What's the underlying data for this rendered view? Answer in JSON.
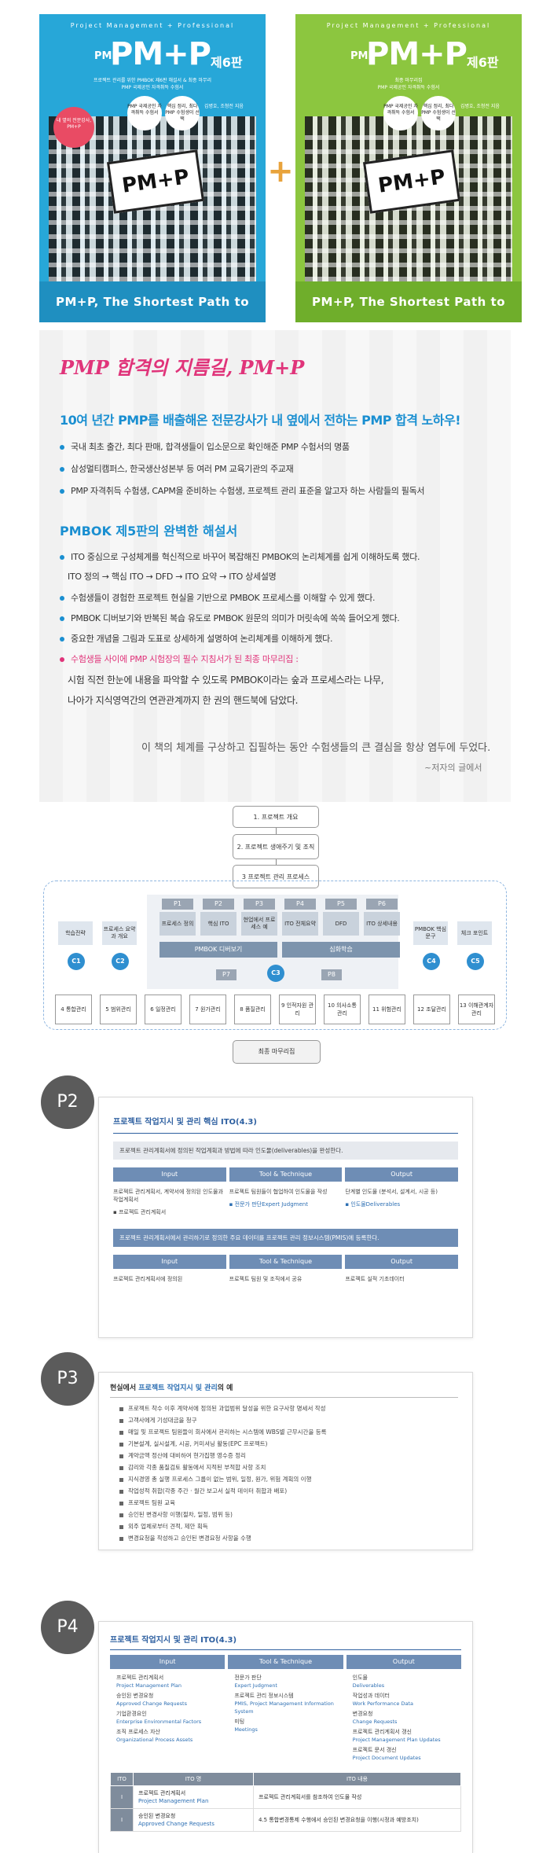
{
  "book1": {
    "series": "Project Management + Professional",
    "pmp": "PMP",
    "title": "PM+P",
    "edition": "제6판",
    "desc1": "프로젝트 관리를 위한 PMBOK 제6판 해설서 & 최종 마무리",
    "desc2": "PMP 국제공인 자격취득 수험서",
    "badge1": "내 옆의 전문강사, PM+P",
    "badge2": "PMP 국제공인 자격취득 수험서",
    "badge3": "핵심 정리, 최다 PMP 수험생이 선택",
    "cover_sign": "PM+P",
    "author": "김병호, 조청전 지음",
    "footer": "PM+P, The Shortest Path to PMP"
  },
  "book2": {
    "series": "Project Management + Professional",
    "pmp": "PMP",
    "title": "PM+P",
    "edition": "제6판",
    "desc1": "최종 마무리집",
    "desc2": "PMP 국제공인 자격취득 수험서",
    "badge1": "PMP 국제공인 자격취득 수험서",
    "badge2": "핵심 정리, 최다 PMP 수험생이 선택",
    "cover_sign": "PM+P",
    "author": "김병호, 조청전 지음",
    "footer": "PM+P, The Shortest Path to PMP"
  },
  "plus_sign": "+",
  "intro": {
    "slogan": "PMP 합격의 지름길, PM+P",
    "headline": "10여 년간 PMP를 배출해온 전문강사가 내 옆에서 전하는 PMP 합격 노하우!",
    "bullets": [
      "국내 최초 출간, 최다 판매, 합격생들이 입소문으로 확인해준 PMP 수험서의 명품",
      "삼성멀티캠퍼스, 한국생산성본부 등 여러 PM 교육기관의 주교재",
      "PMP 자격취득 수험생, CAPM을 준비하는 수험생, 프로젝트 관리 표준을 알고자 하는 사람들의 필독서"
    ],
    "section2_title": "PMBOK 제5판의 완벽한 해설서",
    "bullets2": [
      "ITO 중심으로 구성체계를 혁신적으로 바꾸어 복잡해진 PMBOK의 논리체계를 쉽게 이해하도록 했다.",
      "ITO 정의 → 핵심 ITO → DFD → ITO 요약 → ITO 상세설명",
      "수험생들이 경험한 프로젝트 현실을 기반으로 PMBOK 프로세스를 이해할 수 있게 했다.",
      "PMBOK 디버보기와 반복된 복습 유도로 PMBOK 원문의 의미가 머릿속에 쏙쏙 들어오게 했다.",
      "중요한 개념을 그림과 도표로 상세하게 설명하여 논리체계를 이해하게 했다.",
      "수험생들 사이에 PMP 시험장의 필수 지침서가 된 최종 마무리집 :",
      "시험 직전 한눈에 내용을 파악할 수 있도록 PMBOK이라는 숲과 프로세스라는 나무,",
      "나아가 지식영역간의 연관관계까지 한 권의 핸드북에 담았다."
    ],
    "quote": "이 책의 체계를 구상하고 집필하는 동안 수험생들의 큰 결심을 항상 염두에 두었다.",
    "quote_author": "~저자의 글에서"
  },
  "flow": {
    "step1": "1. 프로젝트 개요",
    "step2": "2. 프로젝트 생애주기 및 조직",
    "step3": "3 프로젝트 관리 프로세스",
    "left1": "학습전략",
    "left2": "프로세스 요약과 개요",
    "c1": "C1",
    "c2": "C2",
    "c3": "C3",
    "c4": "C4",
    "c5": "C5",
    "p_heads": [
      "P1",
      "P2",
      "P3",
      "P4",
      "P5",
      "P6"
    ],
    "p_boxes": [
      "프로세스 정의",
      "핵심 ITO",
      "현업에서 프로세스 예",
      "ITO 전체요약",
      "DFD",
      "ITO 상세내용"
    ],
    "bar_left": "PMBOK 디버보기",
    "bar_right": "심화학습",
    "p7": "P7",
    "p8": "P8",
    "right1": "PMBOK 핵심문구",
    "right2": "체크 포인트",
    "areas": [
      "4 통합관리",
      "5 범위관리",
      "6 일정관리",
      "7 원가관리",
      "8 품질관리",
      "9 인적자원 관리",
      "10 의사소통 관리",
      "11 위험관리",
      "12 조달관리",
      "13 이해관계자 관리"
    ],
    "final": "최종 마무리집"
  },
  "p2": {
    "label": "P2",
    "title": "프로젝트 작업지시 및 관리 핵심 ITO(4.3)",
    "intro": "프로젝트 관리계획서에 정의된 작업계획과 방법에 따라 인도물(deliverables)을 완성한다.",
    "headers": [
      "Input",
      "Tool & Technique",
      "Output"
    ],
    "col1": "프로젝트 관리계획서, 계약서에 정의된 인도물과 작업계획서",
    "col1b": "프로젝트 관리계획서",
    "col2": "프로젝트 팀원들이 협업하여 인도물을 작성",
    "col2b": "전문가 판단Expert Judgment",
    "col3": "단계별 인도물 (분석서, 설계서, 시공 등)",
    "col3b": "인도물Deliverables",
    "intro2": "프로젝트 관리계획서에서 관리하기로 정의한 주요 데이터를 프로젝트 관리 정보시스템(PMIS)에 등록한다.",
    "headers2": [
      "Input",
      "Tool & Technique",
      "Output"
    ],
    "row2": [
      "프로젝트 관리계획서에 정의된",
      "프로젝트 팀원 및 조직에서 공유",
      "프로젝트 실적 기초데이터"
    ]
  },
  "p3": {
    "label": "P3",
    "title_pre": "현실에서 ",
    "title_hl": "프로젝트 작업지시 및 관리",
    "title_post": "의 예",
    "items": [
      "프로젝트 착수 이후 계약서에 정의된 과업범위 달성을 위한 요구사항 명세서 작성",
      "고객사에게 기성대금을 청구",
      "매일 및 프로젝트 팀원들이 회사에서 관리하는 시스템에 WBS별 근무시간을 등록",
      "기본설계, 실시설계, 시공, 커미셔닝 활동(EPC 프로젝트)",
      "계약금액 정산에 대비하여 현가집행 영수증 정리",
      "감리와 각종 품질검토 활동에서 지적된 부적합 사항 조치",
      "지식경영 총 실행 프로세스 그룹이 없는 범위, 일정, 원가, 위험 계획의 이행",
      "작업성적 취합(각종 주간 · 월간 보고서 실적 데이터 취합과 배포)",
      "프로젝트 팀원 교육",
      "승인된 변경사항 이행(절차, 일정, 범위 등)",
      "외주 업체로부터 견적, 제안 획득",
      "변경요청을 작성하고 승인된 변경요청 사항을 수행"
    ]
  },
  "p4": {
    "label": "P4",
    "title": "프로젝트 작업지시 및 관리 ITO(4.3)",
    "headers": [
      "Input",
      "Tool & Technique",
      "Output"
    ],
    "inputs": [
      [
        "프로젝트 관리계획서",
        "Project Management Plan"
      ],
      [
        "승인된 변경요청",
        "Approved Change Requests"
      ],
      [
        "기업환경요인",
        "Enterprise Environmental Factors"
      ],
      [
        "조직 프로세스 자산",
        "Organizational Process Assets"
      ]
    ],
    "tools": [
      [
        "전문가 판단",
        "Expert Judgment"
      ],
      [
        "프로젝트 관리 정보시스템",
        "PMIS, Project Management Information System"
      ],
      [
        "미팅",
        "Meetings"
      ]
    ],
    "outputs": [
      [
        "인도물",
        "Deliverables"
      ],
      [
        "작업성과 데이터",
        "Work Performance Data"
      ],
      [
        "변경요청",
        "Change Requests"
      ],
      [
        "프로젝트 관리계획서 갱신",
        "Project Management Plan Updates"
      ],
      [
        "프로젝트 문서 갱신",
        "Project Document Updates"
      ]
    ],
    "table_head": [
      "ITO",
      "ITO 명",
      "ITO 내용"
    ],
    "table_rows": [
      [
        "I",
        "프로젝트 관리계획서",
        "Project Management Plan",
        "프로젝트 관리계획서를 참조하여 인도물 작성"
      ],
      [
        "I",
        "승인된 변경요청",
        "Approved Change Requests",
        "4.5 통합변경통제 수행에서 승인된 변경요청을 이행(시정과 예방조치)"
      ]
    ]
  }
}
